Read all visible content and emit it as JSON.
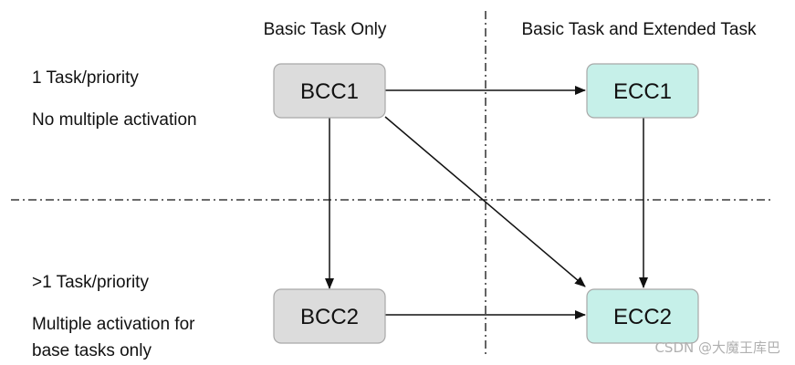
{
  "columns": {
    "basic": "Basic Task Only",
    "extended": "Basic Task and Extended Task"
  },
  "rows": {
    "top": {
      "line1": "1 Task/priority",
      "line2": "No multiple activation"
    },
    "bottom": {
      "line1": ">1 Task/priority",
      "line2": "Multiple activation for",
      "line3": "base tasks only"
    }
  },
  "nodes": {
    "bcc1": {
      "label": "BCC1",
      "fill": "#dcdcdc"
    },
    "ecc1": {
      "label": "ECC1",
      "fill": "#c6f0e9"
    },
    "bcc2": {
      "label": "BCC2",
      "fill": "#dcdcdc"
    },
    "ecc2": {
      "label": "ECC2",
      "fill": "#c6f0e9"
    }
  },
  "edges": [
    {
      "from": "BCC1",
      "to": "ECC1"
    },
    {
      "from": "BCC1",
      "to": "BCC2"
    },
    {
      "from": "BCC1",
      "to": "ECC2"
    },
    {
      "from": "ECC1",
      "to": "ECC2"
    },
    {
      "from": "BCC2",
      "to": "ECC2"
    }
  ],
  "watermark": "CSDN @大魔王库巴"
}
